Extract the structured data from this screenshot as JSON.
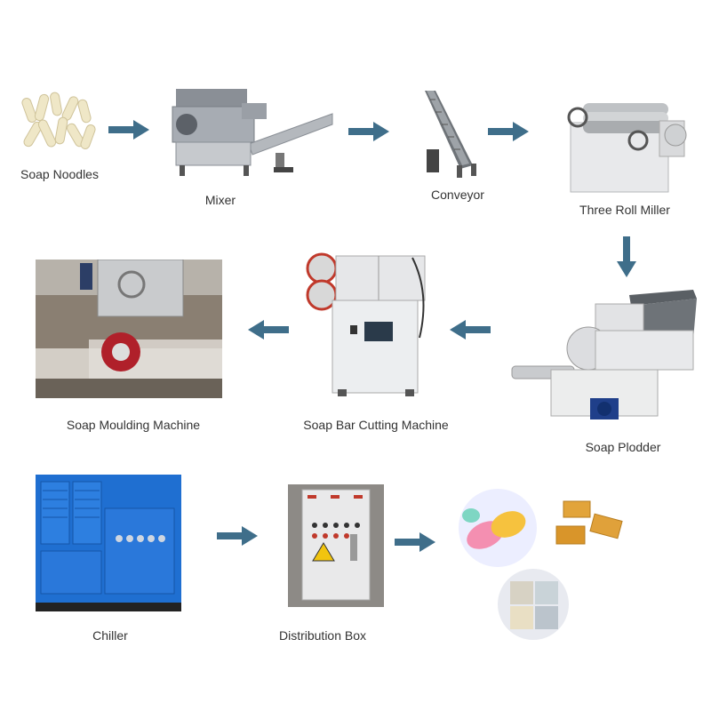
{
  "diagram": {
    "steps": [
      {
        "id": "soap-noodles",
        "label": "Soap Noodles"
      },
      {
        "id": "mixer",
        "label": "Mixer"
      },
      {
        "id": "conveyor",
        "label": "Conveyor"
      },
      {
        "id": "three-roll-miller",
        "label": "Three Roll Miller"
      },
      {
        "id": "soap-plodder",
        "label": "Soap Plodder"
      },
      {
        "id": "soap-bar-cutting-machine",
        "label": "Soap Bar Cutting Machine"
      },
      {
        "id": "soap-moulding-machine",
        "label": "Soap Moulding Machine"
      },
      {
        "id": "chiller",
        "label": "Chiller"
      },
      {
        "id": "distribution-box",
        "label": "Distribution Box"
      },
      {
        "id": "finished-soap",
        "label": ""
      }
    ],
    "colors": {
      "arrow": "#3f6e8a",
      "text": "#333333"
    }
  }
}
